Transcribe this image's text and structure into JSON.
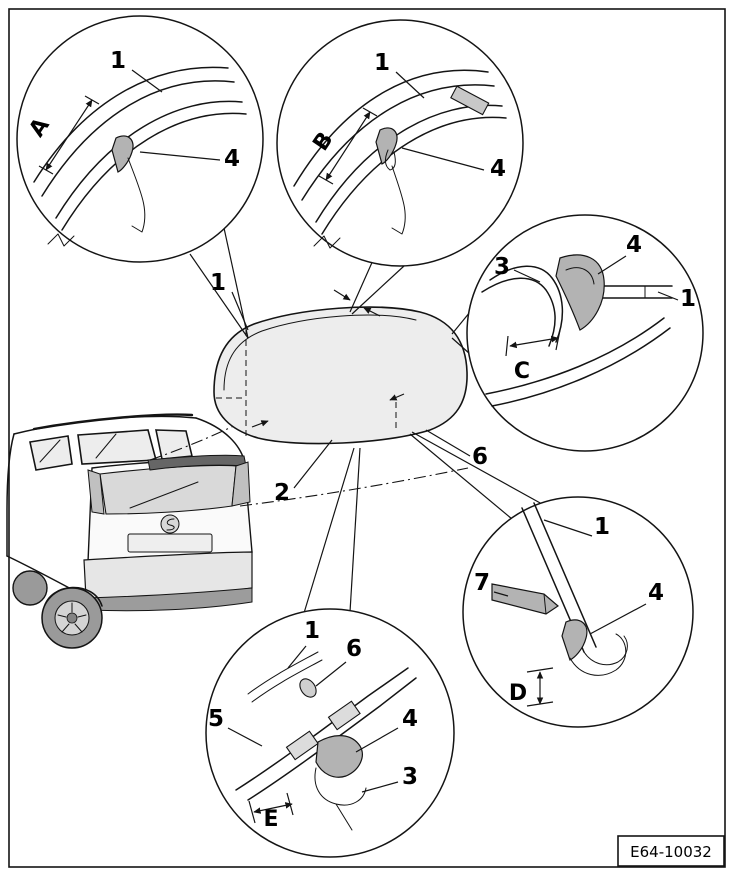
{
  "ref_code": "E64-10032",
  "callouts": {
    "main": {
      "item1": "1",
      "item2": "2",
      "item6": "6"
    },
    "top_left": {
      "item1": "1",
      "item4": "4",
      "dim": "A"
    },
    "top_mid": {
      "item1": "1",
      "item4": "4",
      "dim": "B"
    },
    "right": {
      "item1": "1",
      "item3": "3",
      "item4": "4",
      "dim": "C"
    },
    "bottom_right": {
      "item1": "1",
      "item4": "4",
      "item7": "7",
      "dim": "D"
    },
    "bottom_mid": {
      "item1": "1",
      "item3": "3",
      "item4": "4",
      "item5": "5",
      "item6": "6",
      "dim": "E"
    }
  }
}
